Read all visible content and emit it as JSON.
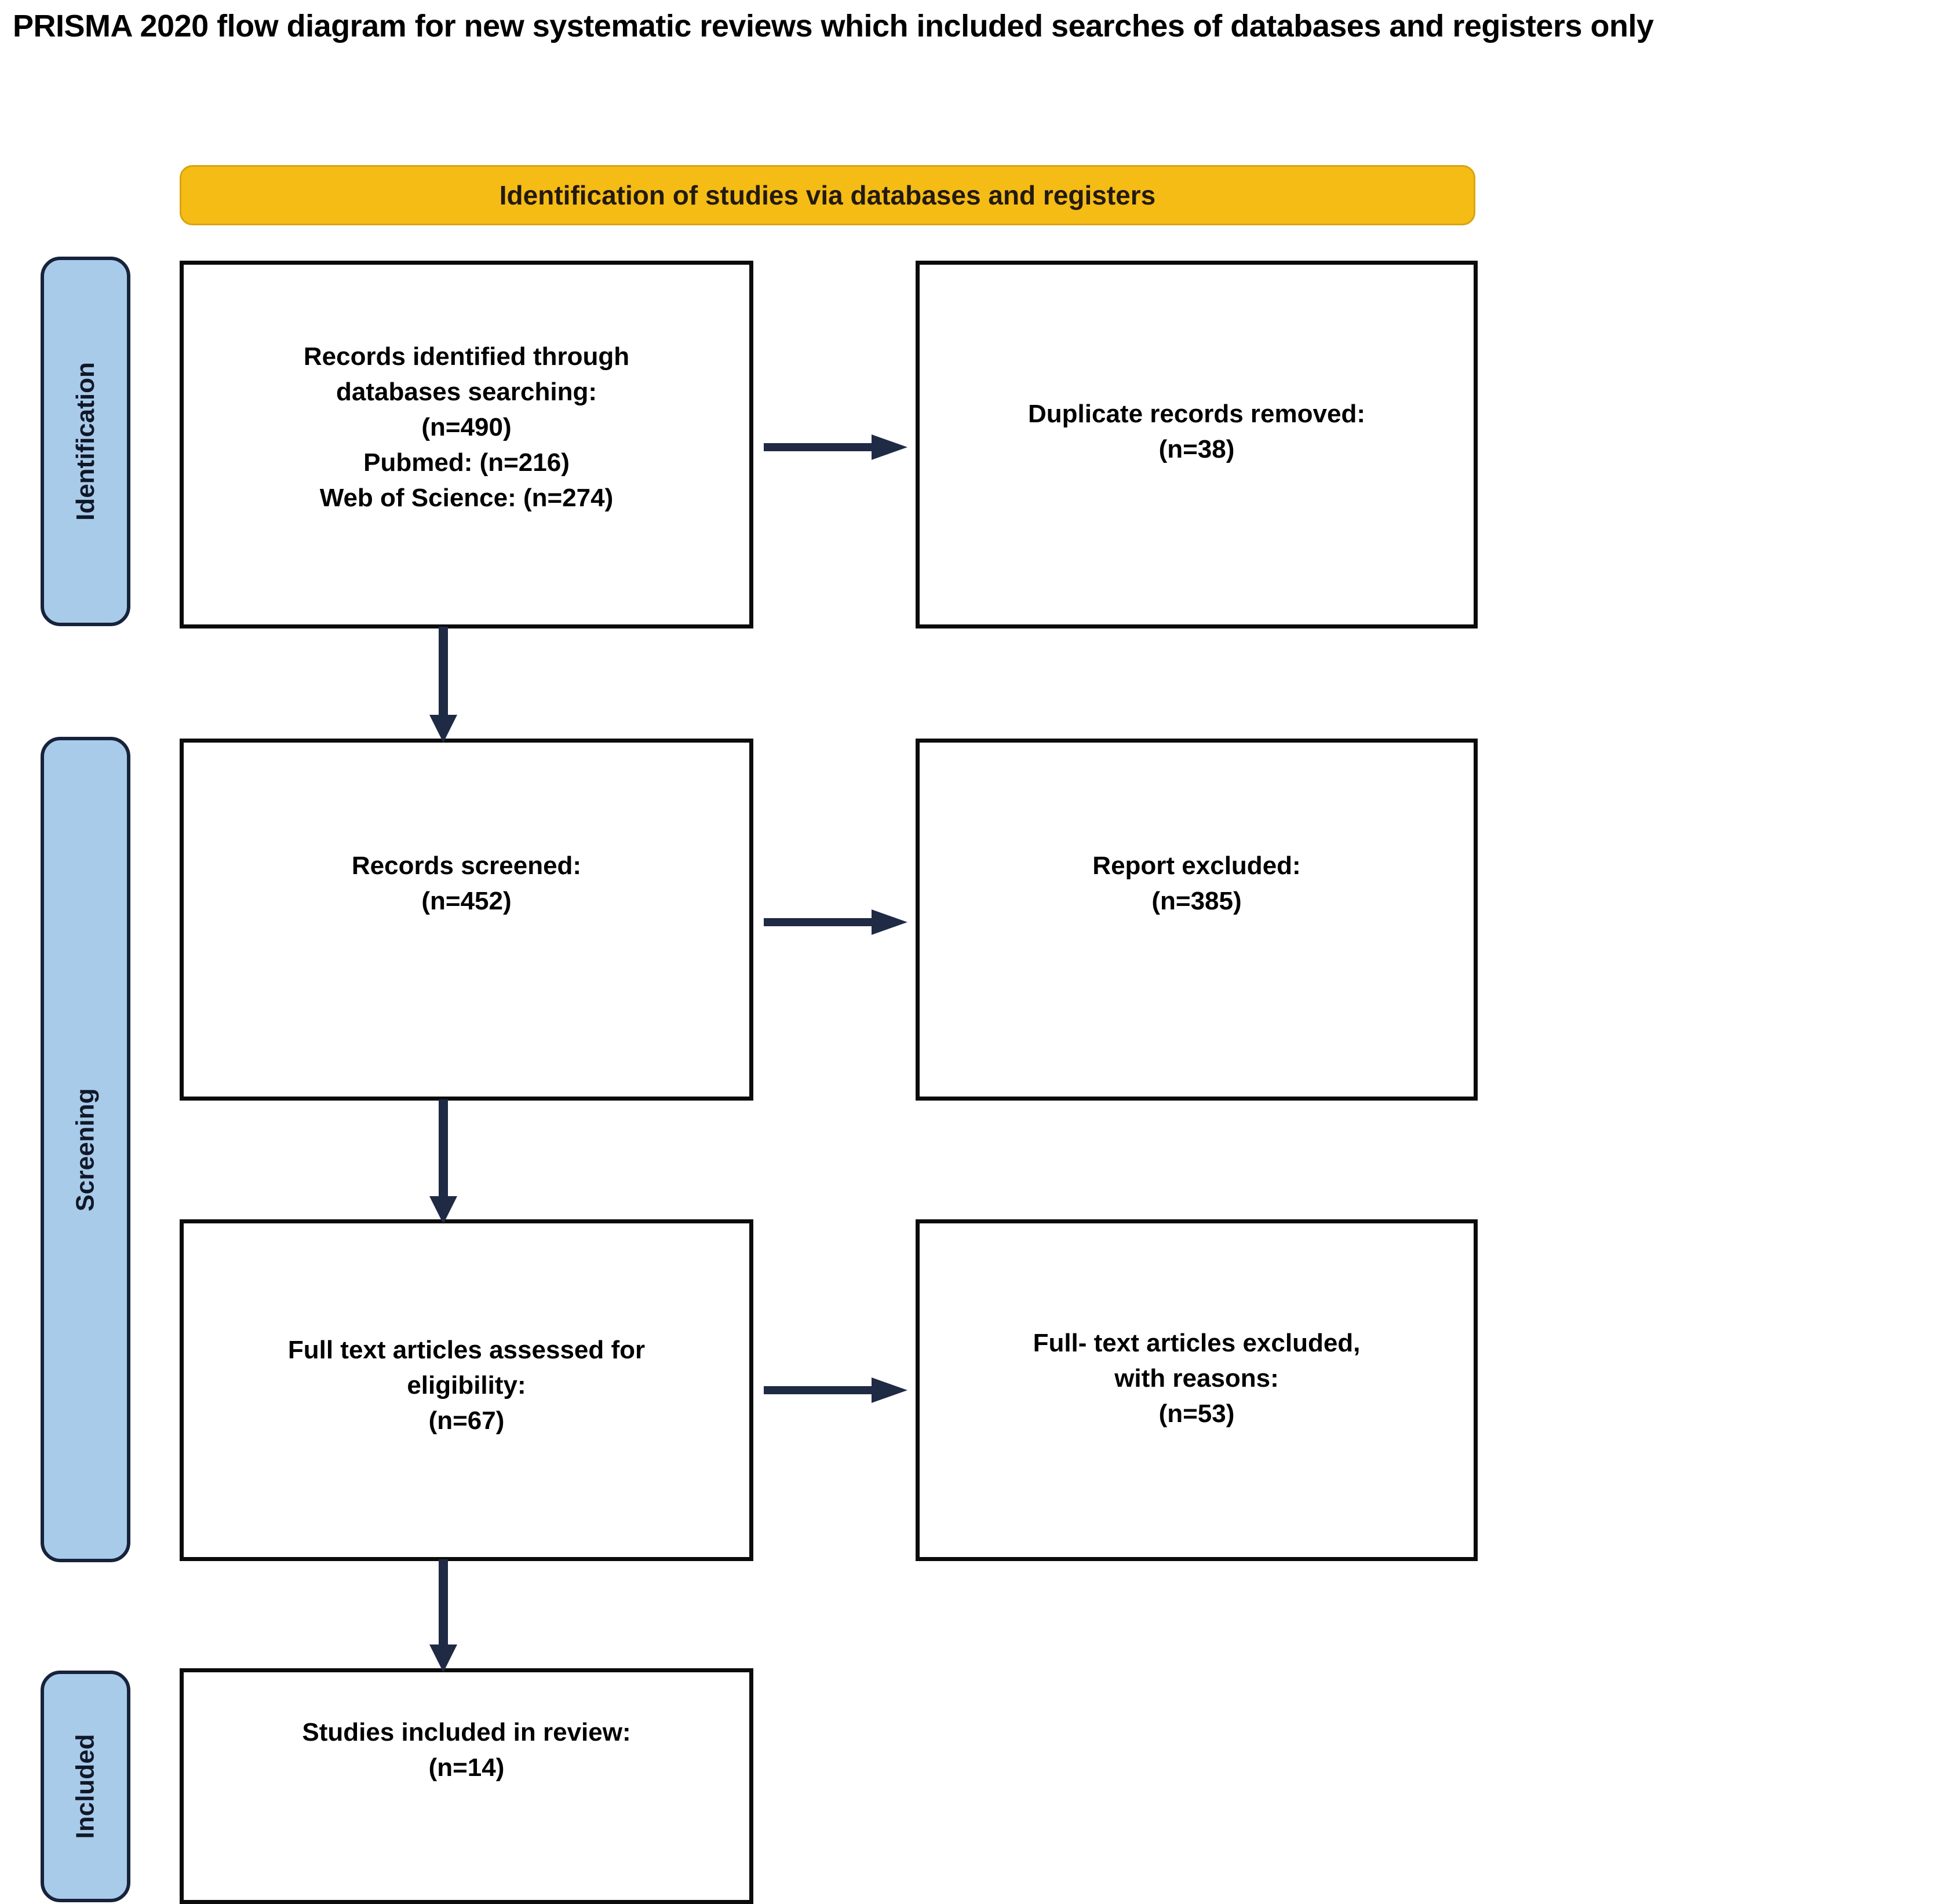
{
  "title": "PRISMA 2020 flow diagram for new systematic reviews which included searches of databases and registers only",
  "colors": {
    "banner_fill": "#F5BC16",
    "banner_border": "#D9A310",
    "stage_pill_fill": "#A9CBEA",
    "stage_pill_border": "#17233B",
    "box_border": "#0B0B0B",
    "arrow": "#1F2A44",
    "text": "#000000"
  },
  "banner": {
    "label": "Identification of studies via databases and registers"
  },
  "stages": [
    {
      "id": "identification",
      "label": "Identification"
    },
    {
      "id": "screening",
      "label": "Screening"
    },
    {
      "id": "included",
      "label": "Included"
    }
  ],
  "boxes": {
    "identified": {
      "lines": [
        "Records identified through",
        "databases searching:",
        "(n=490)",
        "Pubmed: (n=216)",
        "Web of Science: (n=274)"
      ]
    },
    "duplicates": {
      "lines": [
        "Duplicate records removed:",
        "(n=38)"
      ]
    },
    "screened": {
      "lines": [
        "Records screened:",
        "(n=452)"
      ]
    },
    "report_excluded": {
      "lines": [
        "Report excluded:",
        "(n=385)"
      ]
    },
    "fulltext": {
      "lines": [
        "Full text articles assessed for",
        "eligibility:",
        "(n=67)"
      ]
    },
    "fulltext_excluded": {
      "lines": [
        "Full- text articles excluded,",
        "with reasons:",
        "(n=53)"
      ]
    },
    "included": {
      "lines": [
        "Studies included in review:",
        "(n=14)"
      ]
    }
  },
  "chart_data": {
    "type": "diagram",
    "title": "PRISMA 2020 flow diagram for new systematic reviews which included searches of databases and registers only",
    "nodes": [
      {
        "id": "identified",
        "stage": "Identification",
        "label": "Records identified through databases searching",
        "n": 490,
        "breakdown": [
          {
            "source": "Pubmed",
            "n": 216
          },
          {
            "source": "Web of Science",
            "n": 274
          }
        ]
      },
      {
        "id": "duplicates",
        "stage": "Identification",
        "label": "Duplicate records removed",
        "n": 38
      },
      {
        "id": "screened",
        "stage": "Screening",
        "label": "Records screened",
        "n": 452
      },
      {
        "id": "report_excluded",
        "stage": "Screening",
        "label": "Report excluded",
        "n": 385
      },
      {
        "id": "fulltext",
        "stage": "Screening",
        "label": "Full text articles assessed for eligibility",
        "n": 67
      },
      {
        "id": "fulltext_excluded",
        "stage": "Screening",
        "label": "Full- text articles excluded, with reasons",
        "n": 53
      },
      {
        "id": "included",
        "stage": "Included",
        "label": "Studies included in review",
        "n": 14
      }
    ],
    "edges": [
      {
        "from": "identified",
        "to": "duplicates",
        "direction": "right"
      },
      {
        "from": "identified",
        "to": "screened",
        "direction": "down"
      },
      {
        "from": "screened",
        "to": "report_excluded",
        "direction": "right"
      },
      {
        "from": "screened",
        "to": "fulltext",
        "direction": "down"
      },
      {
        "from": "fulltext",
        "to": "fulltext_excluded",
        "direction": "right"
      },
      {
        "from": "fulltext",
        "to": "included",
        "direction": "down"
      }
    ]
  }
}
